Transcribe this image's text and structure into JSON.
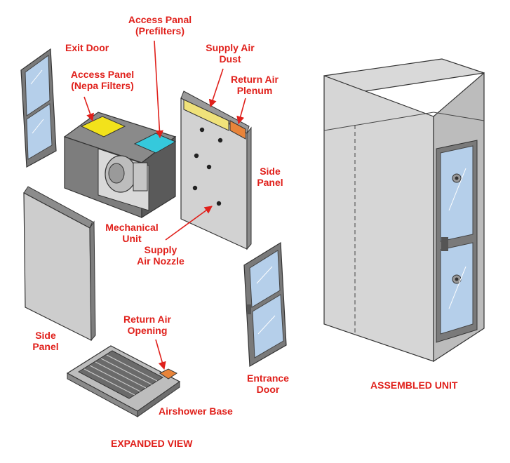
{
  "labels": {
    "exit_door": "Exit Door",
    "access_panel_prefilters": [
      "Access Panal",
      "(Prefilters)"
    ],
    "supply_air_duct": [
      "Supply Air",
      "Dust"
    ],
    "access_panel_hepa": [
      "Access Panel",
      "(Nepa Filters)"
    ],
    "return_air_plenum": [
      "Return Air",
      "Plenum"
    ],
    "side_panel_right": [
      "Side",
      "Panel"
    ],
    "mechanical_unit": [
      "Mechanical",
      "Unit"
    ],
    "supply_air_nozzle": [
      "Supply",
      "Air Nozzle"
    ],
    "side_panel_left": [
      "Side",
      "Panel"
    ],
    "return_air_opening": [
      "Return Air",
      "Opening"
    ],
    "entrance_door": [
      "Entrance",
      "Door"
    ],
    "airshower_base": "Airshower Base",
    "expanded_view": "EXPANDED VIEW",
    "assembled_unit": "ASSEMBLED UNIT"
  },
  "colors": {
    "label_red": "#e0201b",
    "panel_gray": "#c8c8c8",
    "dark_gray": "#6e6e6e",
    "glass_blue": "#aec9e8",
    "hepa_yellow": "#f2e21b",
    "prefilter_cyan": "#35c9dc",
    "plenum_orange": "#e8843a"
  }
}
